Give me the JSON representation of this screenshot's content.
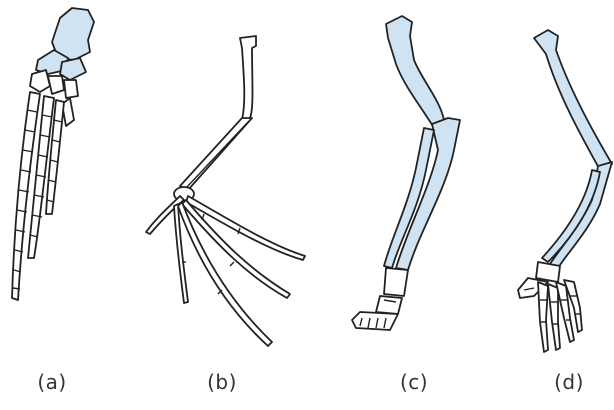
{
  "figure": {
    "colors": {
      "bone_fill": "#cfe3f3",
      "outline": "#222222",
      "background": "#ffffff"
    },
    "panels": [
      {
        "id": "a",
        "label": "(a)"
      },
      {
        "id": "b",
        "label": "(b)"
      },
      {
        "id": "c",
        "label": "(c)"
      },
      {
        "id": "d",
        "label": "(d)"
      }
    ]
  }
}
